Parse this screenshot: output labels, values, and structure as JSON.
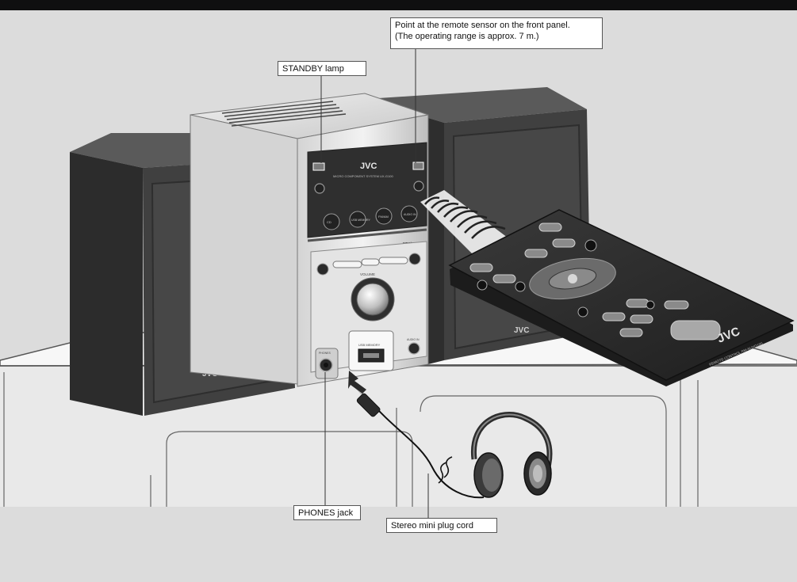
{
  "callouts": {
    "remote_sensor": {
      "line1": "Point at the remote sensor on the front panel.",
      "line2": "(The operating range is approx. 7 m.)"
    },
    "standby_lamp": "STANDBY lamp",
    "phones_jack": "PHONES jack",
    "mini_plug_cord": "Stereo mini plug cord"
  },
  "device_text": {
    "brand": "JVC",
    "model": "MICRO COMPONENT SYSTEM UX-G100",
    "format_badge": "MP3/WMA",
    "volume": "VOLUME",
    "usb_label": "USB MEMORY",
    "phones": "PHONES",
    "audio_in": "AUDIO IN",
    "remote_model": "REMOTE CONTROL RM-SUXG100",
    "buttons": {
      "cd": "CD",
      "usb": "USB MEMORY",
      "fm_am": "FM/AM",
      "audio_in": "AUDIO IN"
    }
  },
  "colors": {
    "background": "#dcdcdc",
    "speaker": "#3b3b3b",
    "remote": "#2e2e2e",
    "callout_border": "#555555"
  }
}
